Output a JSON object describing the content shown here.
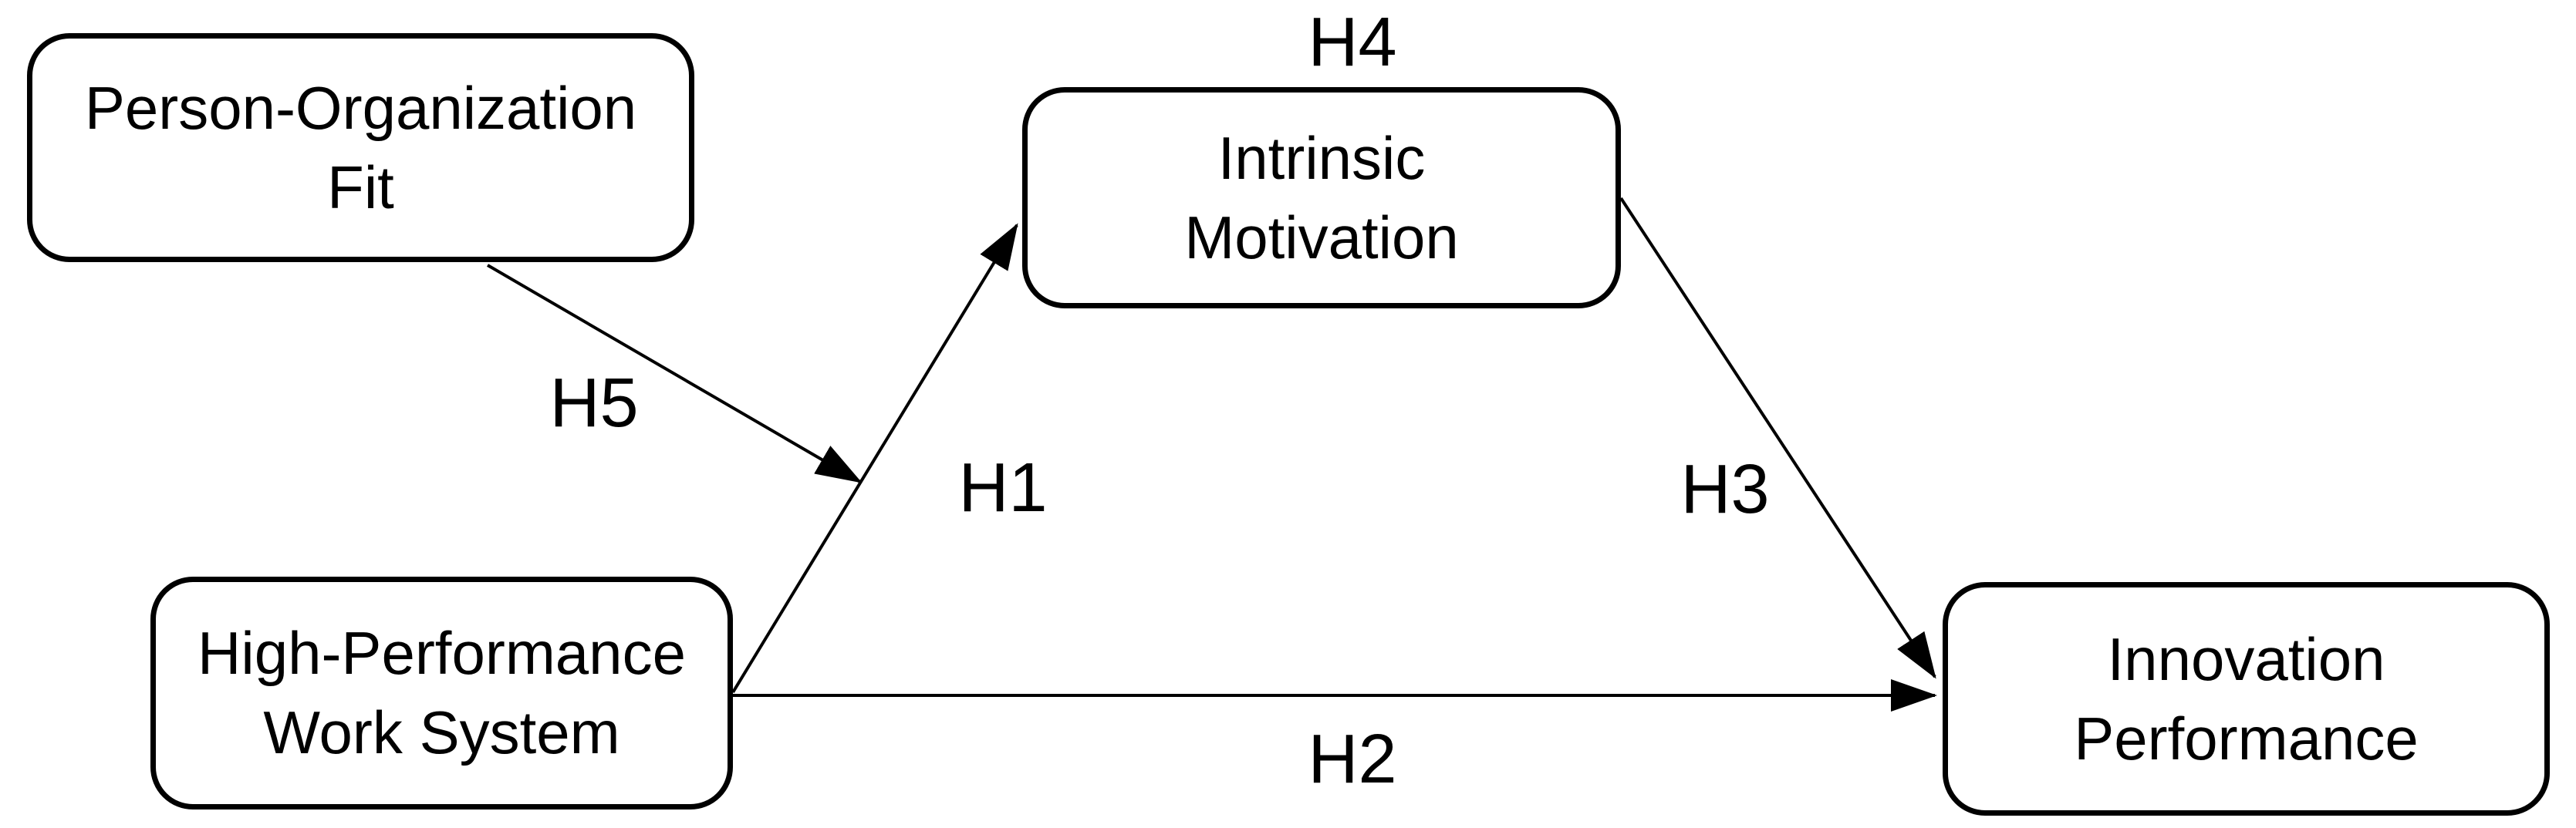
{
  "diagram": {
    "background_color": "#ffffff",
    "line_color": "#000000",
    "text_color": "#000000",
    "nodes": {
      "person_organization_fit": {
        "line1": "Person-Organization",
        "line2": "Fit"
      },
      "intrinsic_motivation": {
        "line1": "Intrinsic",
        "line2": "Motivation"
      },
      "high_performance_work_system": {
        "line1": "High-Performance",
        "line2": "Work System"
      },
      "innovation_performance": {
        "line1": "Innovation",
        "line2": "Performance"
      }
    },
    "edges": {
      "h1": {
        "label": "H1",
        "from": "High-Performance Work System",
        "to": "Intrinsic Motivation"
      },
      "h2": {
        "label": "H2",
        "from": "High-Performance Work System",
        "to": "Innovation Performance"
      },
      "h3": {
        "label": "H3",
        "from": "Intrinsic Motivation",
        "to": "Innovation Performance"
      },
      "h4": {
        "label": "H4",
        "position": "above Intrinsic Motivation"
      },
      "h5": {
        "label": "H5",
        "from": "Person-Organization Fit",
        "to": "H1 arrow path"
      }
    }
  }
}
